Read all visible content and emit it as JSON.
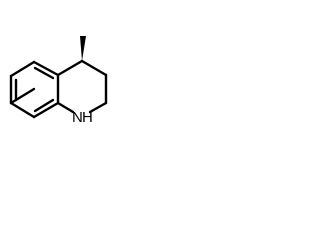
{
  "molecule": {
    "atoms": {
      "nitrogen_label": "N",
      "nitrogen_hydrogen_label": "H"
    },
    "stereo": {
      "methyl_bond": "wedge"
    }
  }
}
